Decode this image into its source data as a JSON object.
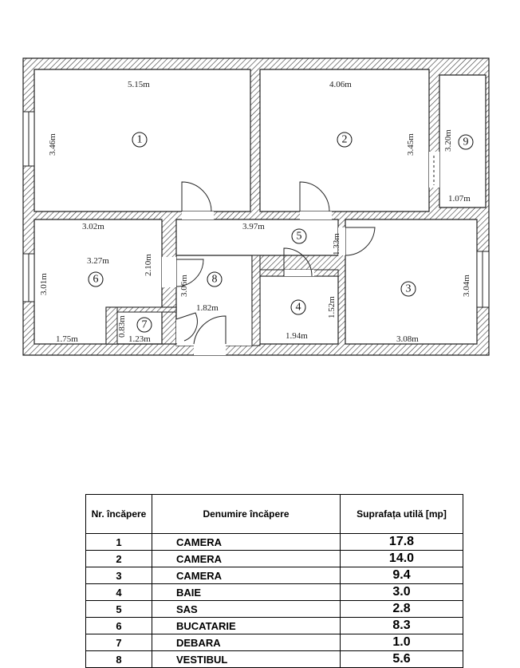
{
  "plan": {
    "room_numbers": [
      "1",
      "2",
      "3",
      "4",
      "5",
      "6",
      "7",
      "8",
      "9"
    ],
    "dimensions": {
      "r1_width": "5.15m",
      "r1_height": "3.46m",
      "r2_width": "4.06m",
      "r2_height": "3.45m",
      "r9_height": "3.20m",
      "r9_width": "1.07m",
      "r6_width_top": "3.02m",
      "r6_inner": "3.27m",
      "r6_height": "3.01m",
      "r6_side": "2.10m",
      "r6_bottom": "1.75m",
      "hall_width": "3.97m",
      "hall_height": "3.06m",
      "hall_bottom": "1.82m",
      "r5_height": "1.33m",
      "r7_height": "0.83m",
      "r7_width": "1.23m",
      "r4_width": "1.94m",
      "r4_height": "1.52m",
      "r3_width": "3.08m",
      "r3_height": "3.04m"
    }
  },
  "table": {
    "headers": {
      "nr": "Nr. încăpere",
      "name": "Denumire încăpere",
      "area": "Suprafața utilă [mp]"
    },
    "rows": [
      {
        "nr": "1",
        "name": "CAMERA",
        "area": "17.8"
      },
      {
        "nr": "2",
        "name": "CAMERA",
        "area": "14.0"
      },
      {
        "nr": "3",
        "name": "CAMERA",
        "area": "9.4"
      },
      {
        "nr": "4",
        "name": "BAIE",
        "area": "3.0"
      },
      {
        "nr": "5",
        "name": "SAS",
        "area": "2.8"
      },
      {
        "nr": "6",
        "name": "BUCATARIE",
        "area": "8.3"
      },
      {
        "nr": "7",
        "name": "DEBARA",
        "area": "1.0"
      },
      {
        "nr": "8",
        "name": "VESTIBUL",
        "area": "5.6"
      }
    ]
  }
}
